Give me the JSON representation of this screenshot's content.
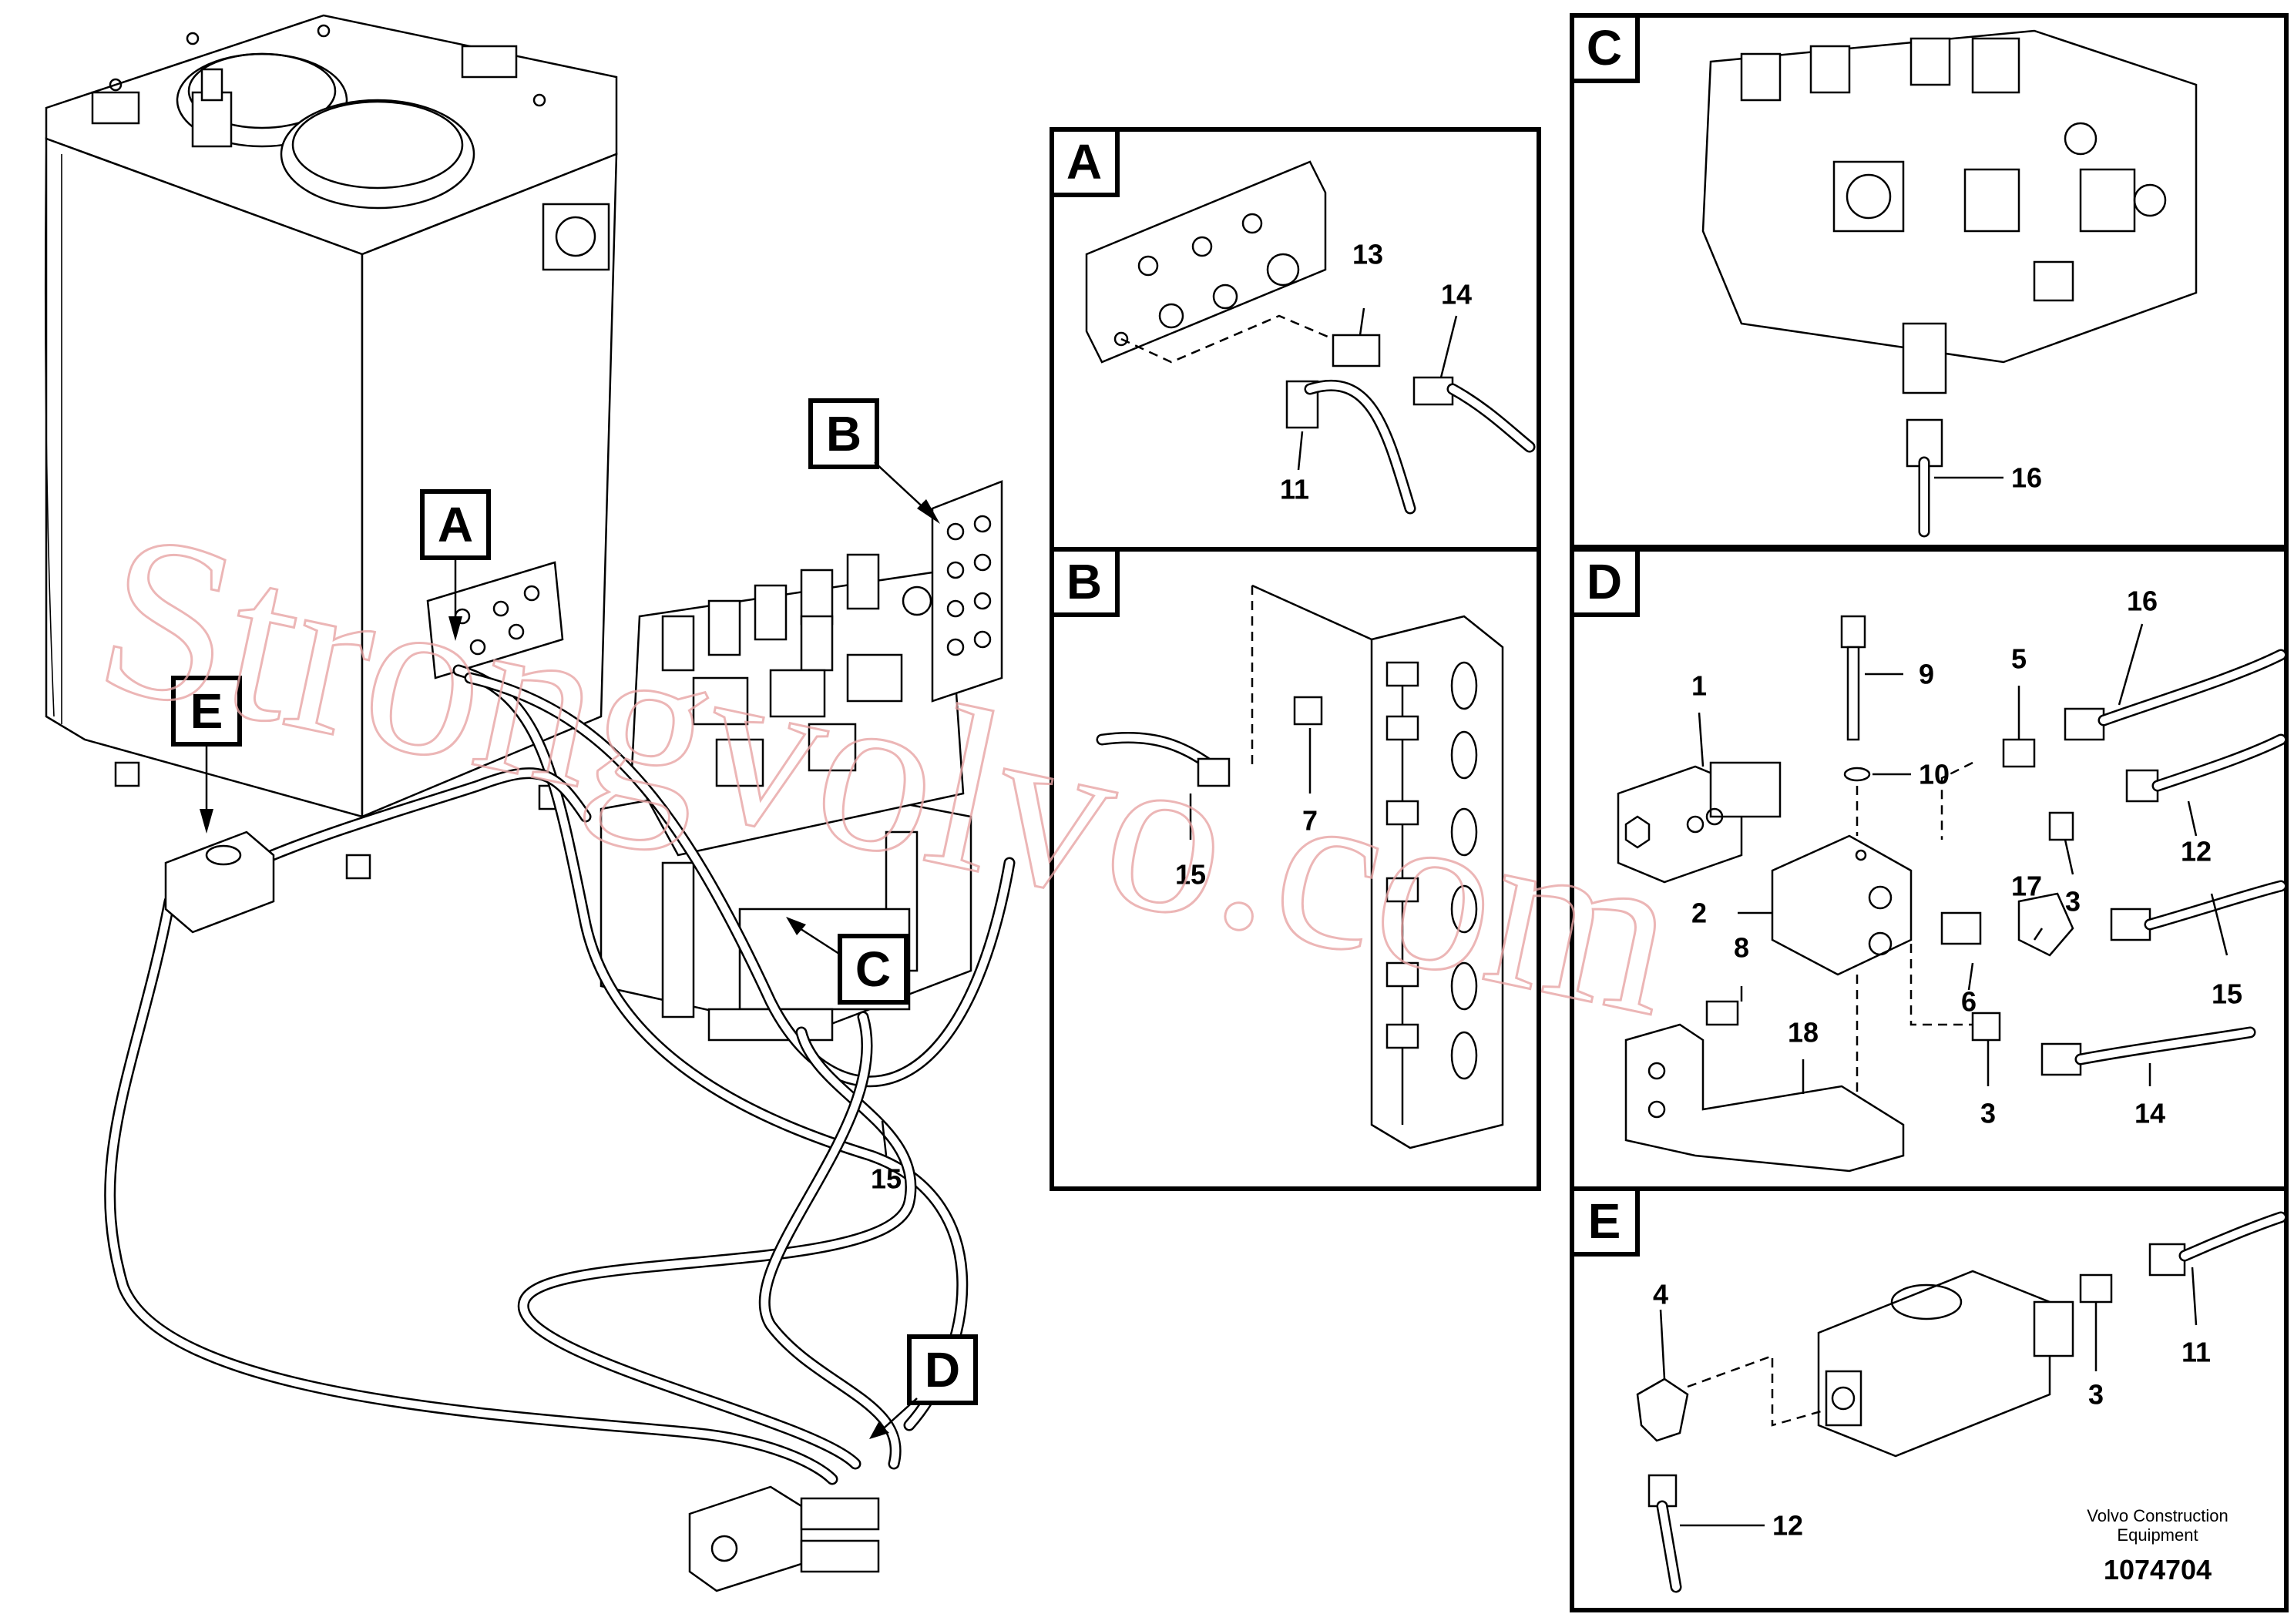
{
  "diagram": {
    "overview_tags": [
      "A",
      "B",
      "C",
      "D",
      "E"
    ],
    "overview_labels": [
      "15"
    ],
    "panels": {
      "A": {
        "tag": "A",
        "labels": [
          "13",
          "14",
          "11"
        ]
      },
      "B": {
        "tag": "B",
        "labels": [
          "15",
          "7"
        ]
      },
      "C": {
        "tag": "C",
        "labels": [
          "16"
        ]
      },
      "D": {
        "tag": "D",
        "labels": [
          "1",
          "9",
          "5",
          "16",
          "10",
          "12",
          "2",
          "17",
          "3",
          "8",
          "6",
          "15",
          "18",
          "3",
          "14"
        ]
      },
      "E": {
        "tag": "E",
        "labels": [
          "4",
          "3",
          "11",
          "12"
        ]
      }
    }
  },
  "footer": {
    "brand_line1": "Volvo Construction",
    "brand_line2": "Equipment",
    "doc_number": "1074704"
  },
  "watermark": {
    "text": "Strongvolvo.com",
    "color": "#e8a5a5"
  }
}
